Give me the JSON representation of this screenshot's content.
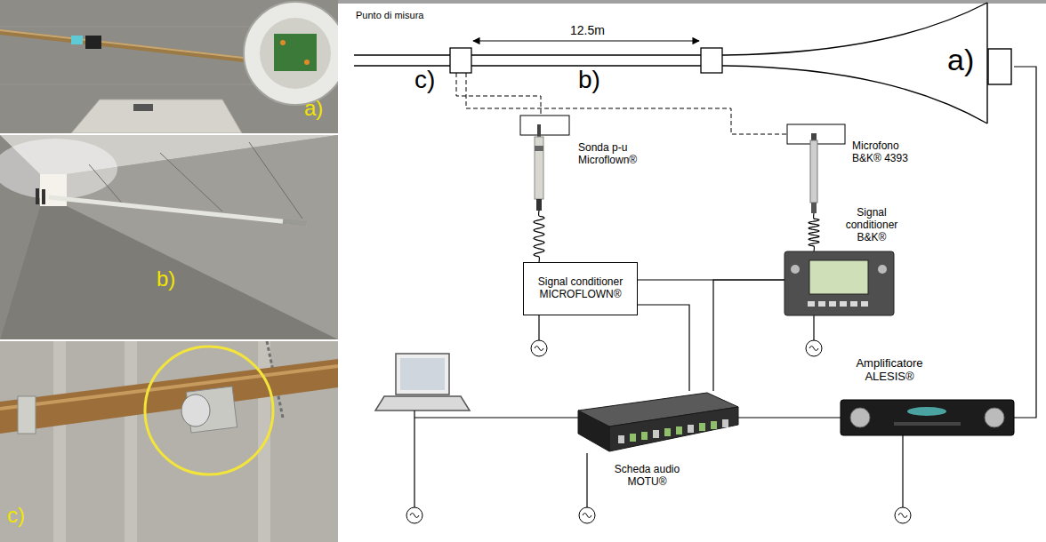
{
  "diagram": {
    "nodes": [
      {
        "text": [
          "a)"
        ]
      },
      {
        "text": [
          "Sonda p-u Microflown®"
        ]
      },
      {
        "text": [
          "Microfono B&K® 4393"
        ]
      },
      {
        "text": [
          "Signal conditioner MICROFLOWN®"
        ]
      },
      {
        "text": [
          "Signal conditioner B&K®"
        ]
      },
      {
        "text": [
          "Scheda audio MOTU®"
        ]
      },
      {
        "text": [
          "Amplificatore ALESIS®"
        ]
      }
    ],
    "edges": [
      {
        "from": 1,
        "to": 3,
        "arrow": "none"
      },
      {
        "from": 2,
        "to": 4,
        "arrow": "none"
      },
      {
        "from": 3,
        "to": 4,
        "arrow": "none"
      },
      {
        "from": 3,
        "to": 5,
        "arrow": "none"
      },
      {
        "from": 4,
        "to": 5,
        "arrow": "none"
      },
      {
        "from": 5,
        "to": 6,
        "arrow": "none"
      },
      {
        "from": 6,
        "to": 0,
        "arrow": "none"
      }
    ],
    "labels": [
      "a)",
      "b)",
      "c)",
      "Punto di misura",
      "12.5m",
      "c)",
      "b)"
    ]
  }
}
